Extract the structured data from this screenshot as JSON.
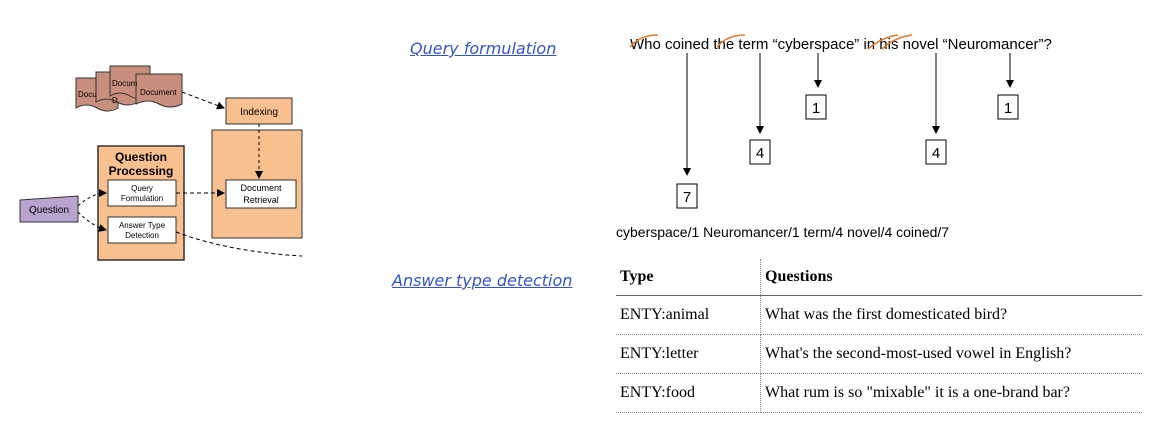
{
  "pipeline": {
    "document_labels": [
      "Docu",
      "Docum",
      "Document",
      "D"
    ],
    "indexing": "Indexing",
    "question_processing_line1": "Question",
    "question_processing_line2": "Processing",
    "query_formulation_line1": "Query",
    "query_formulation_line2": "Formulation",
    "answer_type_detection_line1": "Answer Type",
    "answer_type_detection_line2": "Detection",
    "document_retrieval_line1": "Document",
    "document_retrieval_line2": "Retrieval",
    "question": "Question"
  },
  "links": {
    "query_formulation": "Query formulation",
    "answer_type_detection": "Answer type detection"
  },
  "query": {
    "sentence_parts": [
      "Who coined ",
      "the",
      " term “cyberspace” ",
      "in his",
      " novel “Neuromancer”?"
    ],
    "weights": {
      "coined": "7",
      "term": "4",
      "cyberspace": "1",
      "novel": "4",
      "neuromancer": "1"
    },
    "struck_words": [
      "Who",
      "the",
      "in",
      "his"
    ],
    "strike_color": "#e07a2e",
    "terms_line": "cyberspace/1 Neuromancer/1 term/4 novel/4 coined/7"
  },
  "table": {
    "headers": [
      "Type",
      "Questions"
    ],
    "rows": [
      {
        "type": "ENTY:animal",
        "question": "What was the first domesticated bird?"
      },
      {
        "type": "ENTY:letter",
        "question": "What's the second-most-used vowel in English?"
      },
      {
        "type": "ENTY:food",
        "question": "What rum is so \"mixable\" it is a one-brand bar?"
      }
    ]
  }
}
